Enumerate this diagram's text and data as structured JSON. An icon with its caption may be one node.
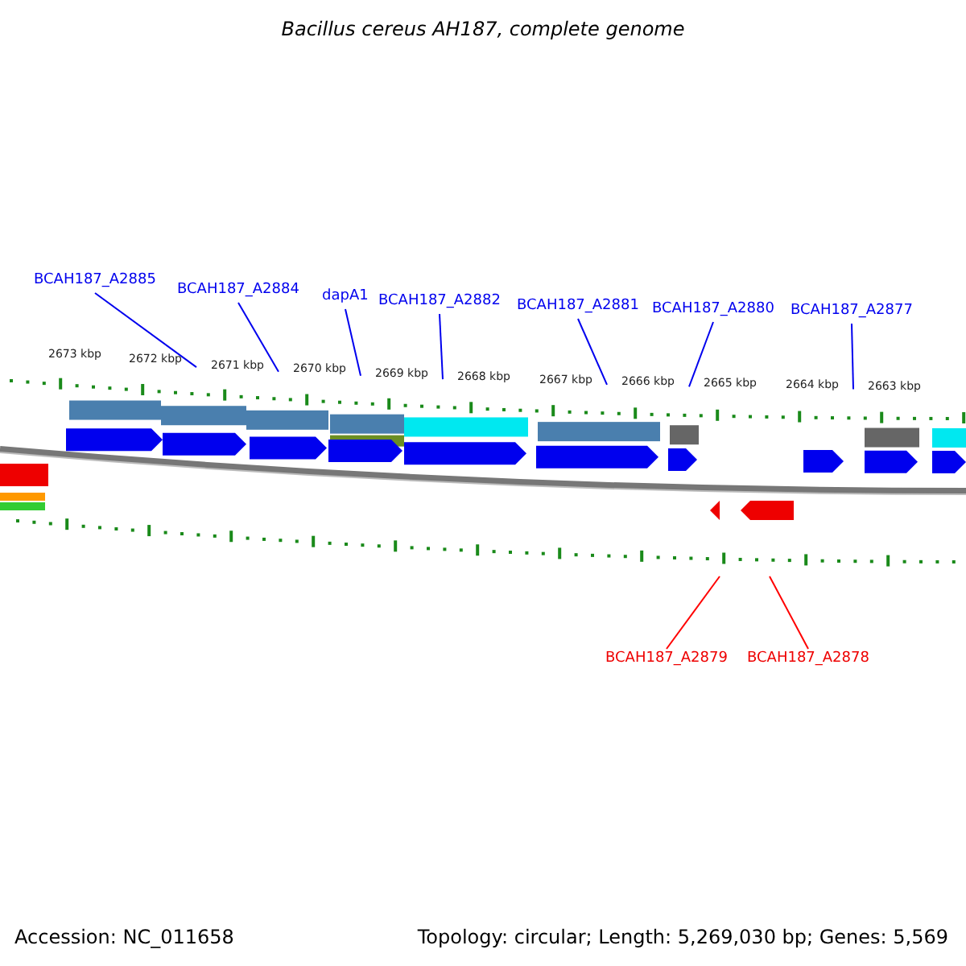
{
  "diagram": {
    "title": "Bacillus cereus AH187, complete genome",
    "nodes": [
      {
        "text": [
          "BCAH187_A2885"
        ]
      },
      {
        "text": [
          "BCAH187_A2884"
        ]
      },
      {
        "text": [
          "dapA1"
        ]
      },
      {
        "text": [
          "BCAH187_A2882"
        ]
      },
      {
        "text": [
          "BCAH187_A2881"
        ]
      },
      {
        "text": [
          "BCAH187_A2880"
        ]
      },
      {
        "text": [
          "BCAH187_A2877"
        ]
      },
      {
        "text": [
          "BCAH187_A2879"
        ]
      },
      {
        "text": [
          "BCAH187_A2878"
        ]
      }
    ],
    "edges": [
      {
        "from": 0,
        "to": null,
        "arrow": "none"
      },
      {
        "from": 1,
        "to": null,
        "arrow": "none"
      },
      {
        "from": 2,
        "to": null,
        "arrow": "none"
      },
      {
        "from": 3,
        "to": null,
        "arrow": "none"
      },
      {
        "from": 4,
        "to": null,
        "arrow": "none"
      },
      {
        "from": 5,
        "to": null,
        "arrow": "none"
      },
      {
        "from": 6,
        "to": null,
        "arrow": "none"
      },
      {
        "from": 7,
        "to": null,
        "arrow": "none",
        "color": "#ff0000"
      },
      {
        "from": 8,
        "to": null,
        "arrow": "none",
        "color": "#ff0000"
      }
    ],
    "labels": [
      "2673 kbp",
      "2672 kbp",
      "2671 kbp",
      "2670 kbp",
      "2669 kbp",
      "2668 kbp",
      "2667 kbp",
      "2666 kbp",
      "2665 kbp",
      "2664 kbp",
      "2663 kbp",
      "Accession: NC_011658",
      "Topology: circular; Length: 5,269,030 bp; Genes: 5,569"
    ]
  }
}
